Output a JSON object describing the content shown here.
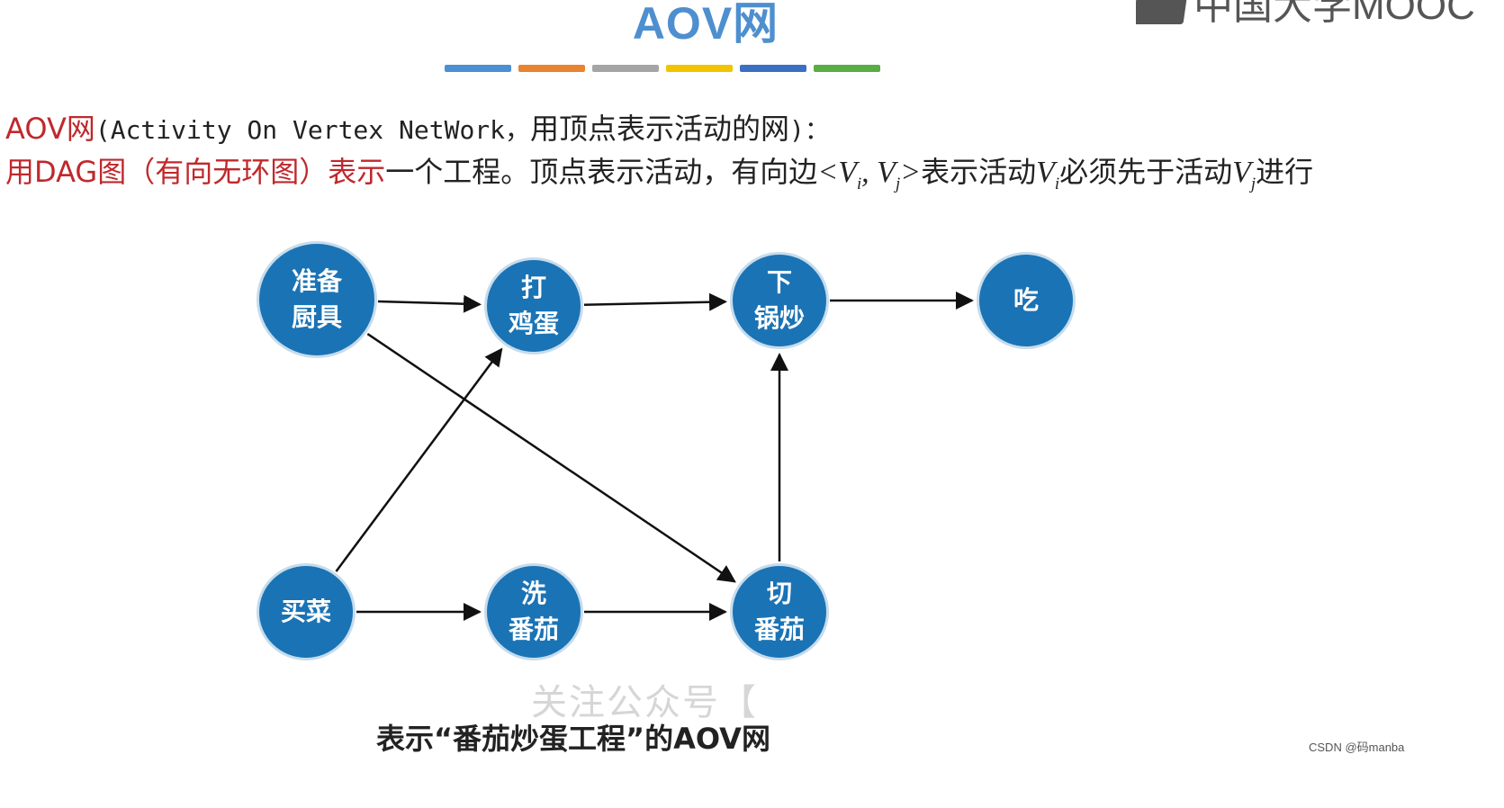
{
  "title": "AOV网",
  "logo_text": "中国大学MOOC",
  "color_bar": [
    "#4a90d2",
    "#e8832f",
    "#a5a5a5",
    "#f2c400",
    "#3b6fc4",
    "#5aac44"
  ],
  "definition": {
    "term": "AOV网",
    "paren_text": "(Activity On Vertex NetWork，",
    "paren_cn": "用顶点表示活动的网",
    "paren_close": ")："
  },
  "description": {
    "red_part": "用DAG图（有向无环图）表示",
    "rest_1": "一个工程。顶点表示活动，有向边",
    "lt": "<",
    "vi": "V",
    "i": "i",
    "comma": ", ",
    "vj": "V",
    "j": "j",
    "gt": ">",
    "rest_2": "表示活动",
    "rest_3": "必须先于活动",
    "rest_4": "进行"
  },
  "nodes": {
    "prepare": {
      "line1": "准备",
      "line2": "厨具"
    },
    "beat": {
      "line1": "打",
      "line2": "鸡蛋"
    },
    "fry": {
      "line1": "下",
      "line2": "锅炒"
    },
    "eat": {
      "line1": "吃"
    },
    "buy": {
      "line1": "买菜"
    },
    "wash": {
      "line1": "洗",
      "line2": "番茄"
    },
    "cut": {
      "line1": "切",
      "line2": "番茄"
    }
  },
  "edges": [
    [
      "prepare",
      "beat"
    ],
    [
      "prepare",
      "cut"
    ],
    [
      "beat",
      "fry"
    ],
    [
      "fry",
      "eat"
    ],
    [
      "buy",
      "beat"
    ],
    [
      "buy",
      "wash"
    ],
    [
      "wash",
      "cut"
    ],
    [
      "cut",
      "fry"
    ]
  ],
  "watermark": "关注公众号【",
  "caption": "表示“番茄炒蛋工程”的AOV网",
  "credit": "CSDN @码manba"
}
